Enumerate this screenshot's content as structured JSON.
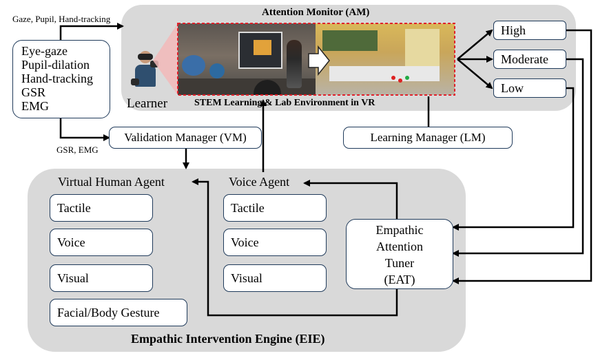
{
  "attention_monitor": {
    "title": "Attention Monitor (AM)",
    "env_label": "STEM Learning & Lab Environment in VR",
    "learner_label": "Learner"
  },
  "sensors": {
    "top_label": "Gaze, Pupil, Hand-tracking",
    "bottom_label": "GSR, EMG",
    "items": [
      "Eye-gaze",
      "Pupil-dilation",
      "Hand-tracking",
      "GSR",
      "EMG"
    ]
  },
  "validation_manager": "Validation Manager (VM)",
  "learning_manager": "Learning Manager (LM)",
  "levels": [
    "High",
    "Moderate",
    "Low"
  ],
  "eie": {
    "title": "Empathic Intervention Engine (EIE)",
    "virtual_human_agent": {
      "title": "Virtual Human Agent",
      "items": [
        "Tactile",
        "Voice",
        "Visual",
        "Facial/Body Gesture"
      ]
    },
    "voice_agent": {
      "title": "Voice Agent",
      "items": [
        "Tactile",
        "Voice",
        "Visual"
      ]
    },
    "eat": [
      "Empathic",
      "Attention",
      "Tuner",
      "(EAT)"
    ]
  },
  "colors": {
    "panel": "#d9d9d9",
    "box_border": "#1f3a5a",
    "vr_frame": "#e0202a",
    "learner_cone": "#f2b8b8"
  }
}
